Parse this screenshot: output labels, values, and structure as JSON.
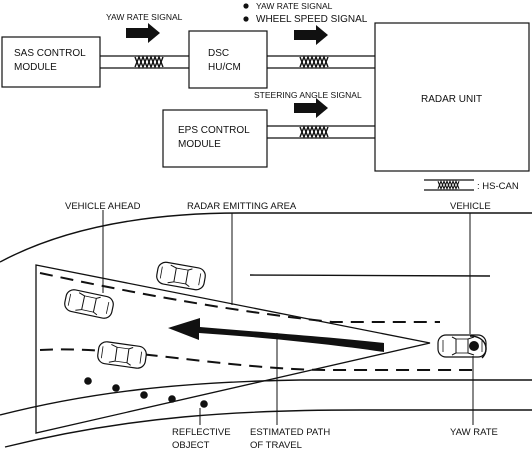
{
  "top_diagram": {
    "modules": {
      "sas_line1": "SAS CONTROL",
      "sas_line2": "MODULE",
      "dsc_line1": "DSC",
      "dsc_line2": "HU/CM",
      "eps_line1": "EPS CONTROL",
      "eps_line2": "MODULE",
      "radar": "RADAR UNIT"
    },
    "signals": {
      "sas_to_dsc": "YAW RATE SIGNAL",
      "dsc_yaw": "YAW RATE SIGNAL",
      "dsc_wheel": "WHEEL SPEED SIGNAL",
      "eps_steering": "STEERING ANGLE SIGNAL"
    },
    "legend": {
      "hs_can": ": HS-CAN"
    }
  },
  "bottom_diagram": {
    "labels": {
      "vehicle_ahead": "VEHICLE AHEAD",
      "radar_area": "RADAR EMITTING AREA",
      "vehicle": "VEHICLE",
      "reflective_1": "REFLECTIVE",
      "reflective_2": "OBJECT",
      "path_1": "ESTIMATED PATH",
      "path_2": "OF TRAVEL",
      "yaw_rate": "YAW RATE"
    }
  }
}
